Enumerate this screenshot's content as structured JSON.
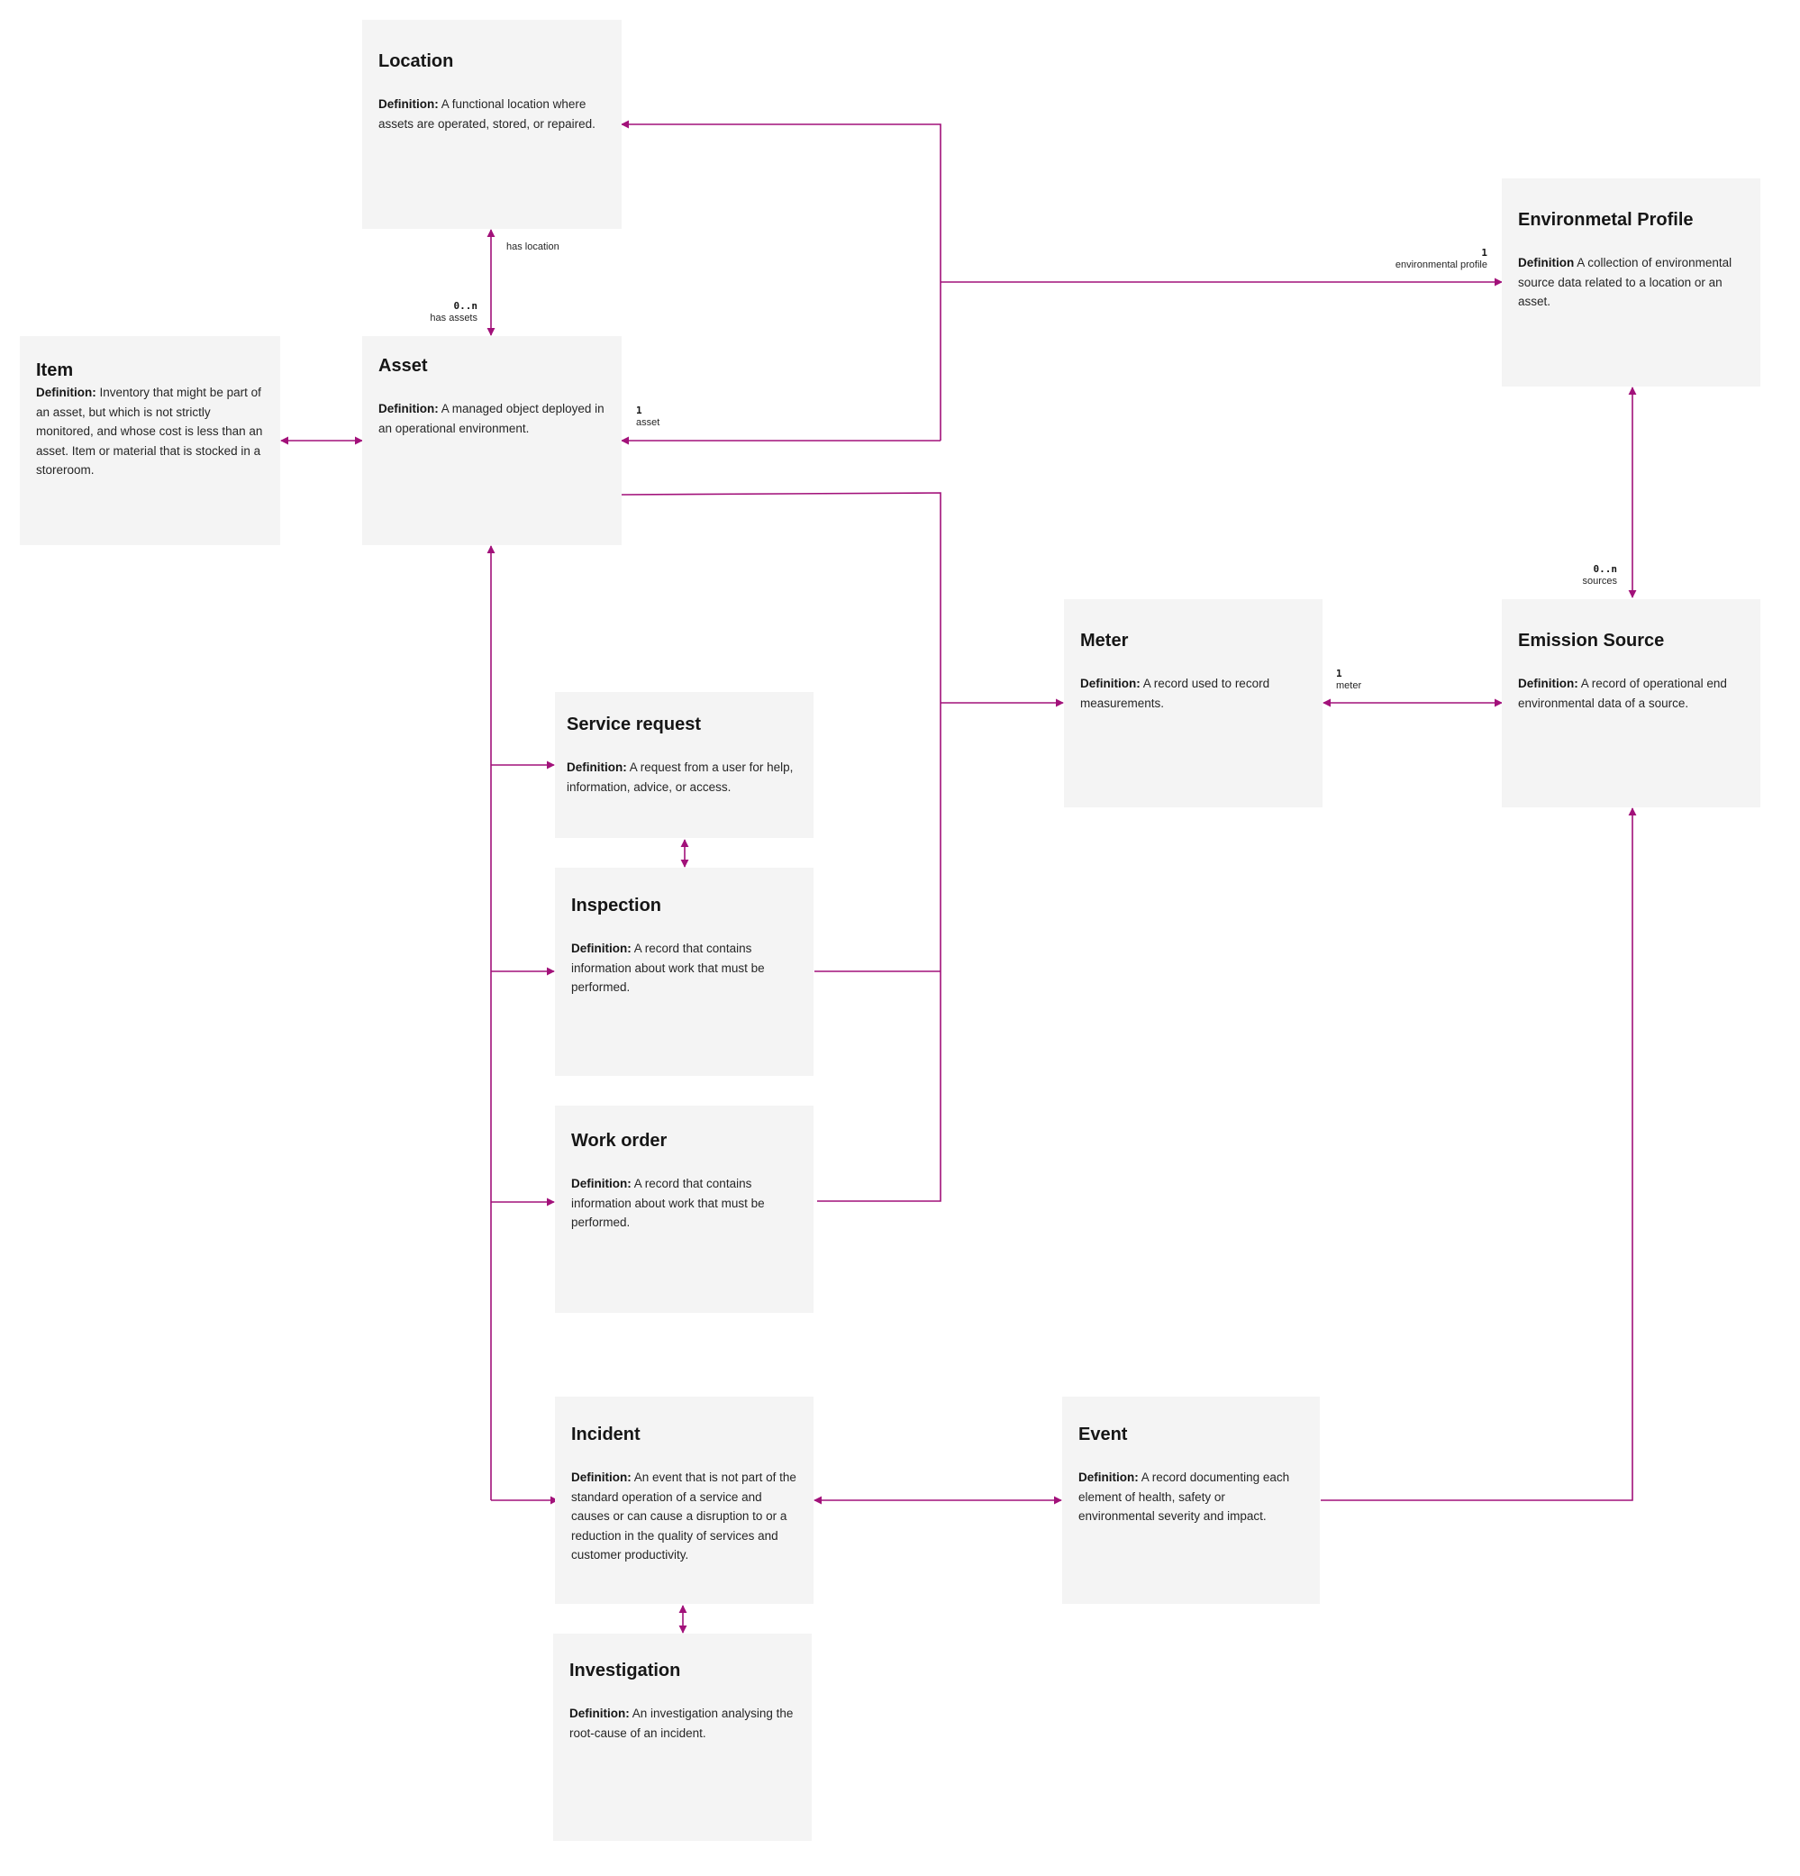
{
  "colors": {
    "connector": "#a2117a",
    "box": "#f4f4f4",
    "text": "#161616"
  },
  "entities": {
    "location": {
      "title": "Location",
      "def_label": "Definition:",
      "def_text": " A functional location where assets are operated, stored, or repaired."
    },
    "environmental_profile": {
      "title": "Environmetal Profile",
      "def_label": "Definition",
      "def_text": "  A collection of environmental source data related to a location or an asset."
    },
    "item": {
      "title": "Item",
      "def_label": "Definition:",
      "def_text": " Inventory that might be part of an asset, but which is not strictly monitored, and whose cost is less than an asset. Item or material that is stocked in a storeroom."
    },
    "asset": {
      "title": "Asset",
      "def_label": "Definition:",
      "def_text": " A managed object deployed in an operational environment."
    },
    "meter": {
      "title": "Meter",
      "def_label": "Definition:",
      "def_text": " A record used to record measurements."
    },
    "emission_source": {
      "title": "Emission Source",
      "def_label": "Definition:",
      "def_text": " A record of operational end environmental data of a source."
    },
    "service_request": {
      "title": "Service request",
      "def_label": "Definition:",
      "def_text": " A request from a user for help, information, advice, or access."
    },
    "inspection": {
      "title": "Inspection",
      "def_label": "Definition:",
      "def_text": " A record that contains information about work that must be performed."
    },
    "work_order": {
      "title": "Work order",
      "def_label": "Definition:",
      "def_text": " A record that contains information about work that must be performed."
    },
    "incident": {
      "title": "Incident",
      "def_label": "Definition:",
      "def_text": " An event that is not part of the standard operation of a service and causes or can cause a disruption to or a reduction in the quality of services and customer productivity."
    },
    "event": {
      "title": "Event",
      "def_label": "Definition:",
      "def_text": " A record documenting each element of health, safety or environmental severity and impact."
    },
    "investigation": {
      "title": "Investigation",
      "def_label": "Definition:",
      "def_text": " An investigation analysing the root-cause of an incident."
    }
  },
  "relations": {
    "has_location": {
      "text": "has location"
    },
    "has_assets": {
      "cardinality": "0..n",
      "text": "has assets"
    },
    "asset": {
      "cardinality": "1",
      "text": "asset"
    },
    "environmental_profile": {
      "cardinality": "1",
      "text": "environmental profile"
    },
    "sources": {
      "cardinality": "0..n",
      "text": "sources"
    },
    "meter": {
      "cardinality": "1",
      "text": "meter"
    }
  }
}
